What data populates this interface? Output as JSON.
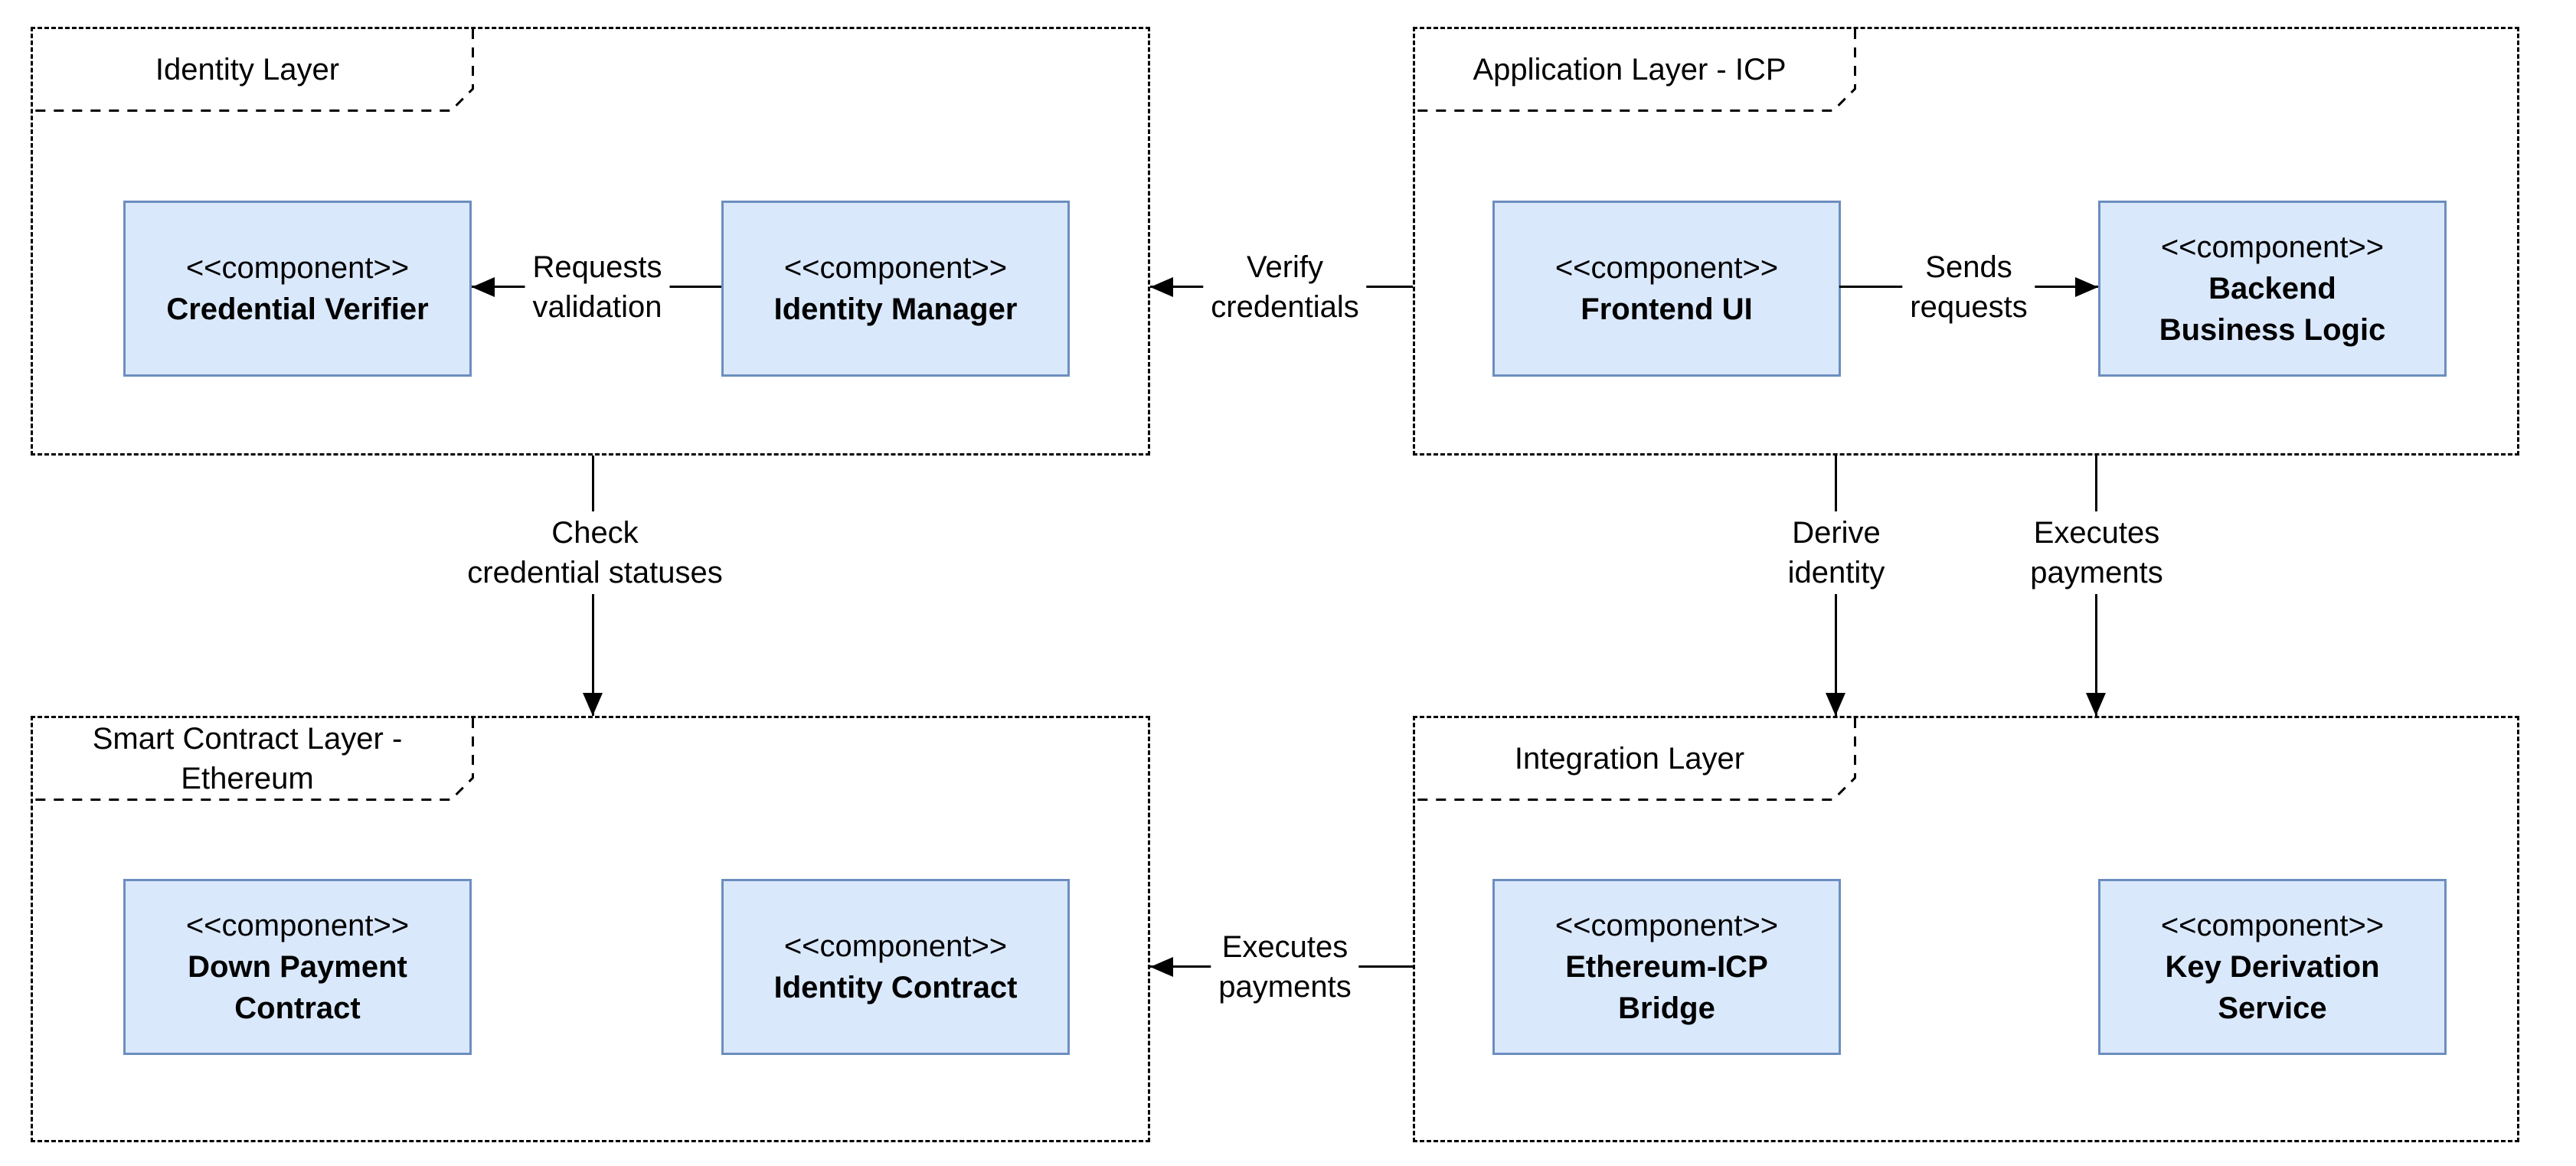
{
  "diagram": {
    "stereotype": "<<component>>",
    "colors": {
      "component_fill": "#dae8fc",
      "component_border": "#6c8ebf",
      "line": "#000000",
      "background": "#ffffff"
    },
    "layers": [
      {
        "title": "Identity Layer",
        "components": [
          {
            "name": "Credential Verifier"
          },
          {
            "name": "Identity Manager"
          }
        ]
      },
      {
        "title": "Application Layer - ICP",
        "components": [
          {
            "name": "Frontend UI"
          },
          {
            "name": "Backend\nBusiness Logic"
          }
        ]
      },
      {
        "title": "Smart Contract Layer -\nEthereum",
        "components": [
          {
            "name": "Down Payment\nContract"
          },
          {
            "name": "Identity Contract"
          }
        ]
      },
      {
        "title": "Integration Layer",
        "components": [
          {
            "name": "Ethereum-ICP\nBridge"
          },
          {
            "name": "Key Derivation\nService"
          }
        ]
      }
    ],
    "connections": [
      {
        "label": "Requests\nvalidation",
        "from": "Identity Manager",
        "to": "Credential Verifier"
      },
      {
        "label": "Verify\ncredentials",
        "from": "Application Layer - ICP",
        "to": "Identity Layer"
      },
      {
        "label": "Sends\nrequests",
        "from": "Frontend UI",
        "to": "Backend Business Logic"
      },
      {
        "label": "Check\ncredential statuses",
        "from": "Identity Layer",
        "to": "Smart Contract Layer - Ethereum"
      },
      {
        "label": "Derive\nidentity",
        "from": "Application Layer - ICP",
        "to": "Integration Layer"
      },
      {
        "label": "Executes\npayments",
        "from": "Application Layer - ICP",
        "to": "Integration Layer"
      },
      {
        "label": "Executes\npayments",
        "from": "Integration Layer",
        "to": "Smart Contract Layer - Ethereum"
      }
    ]
  }
}
